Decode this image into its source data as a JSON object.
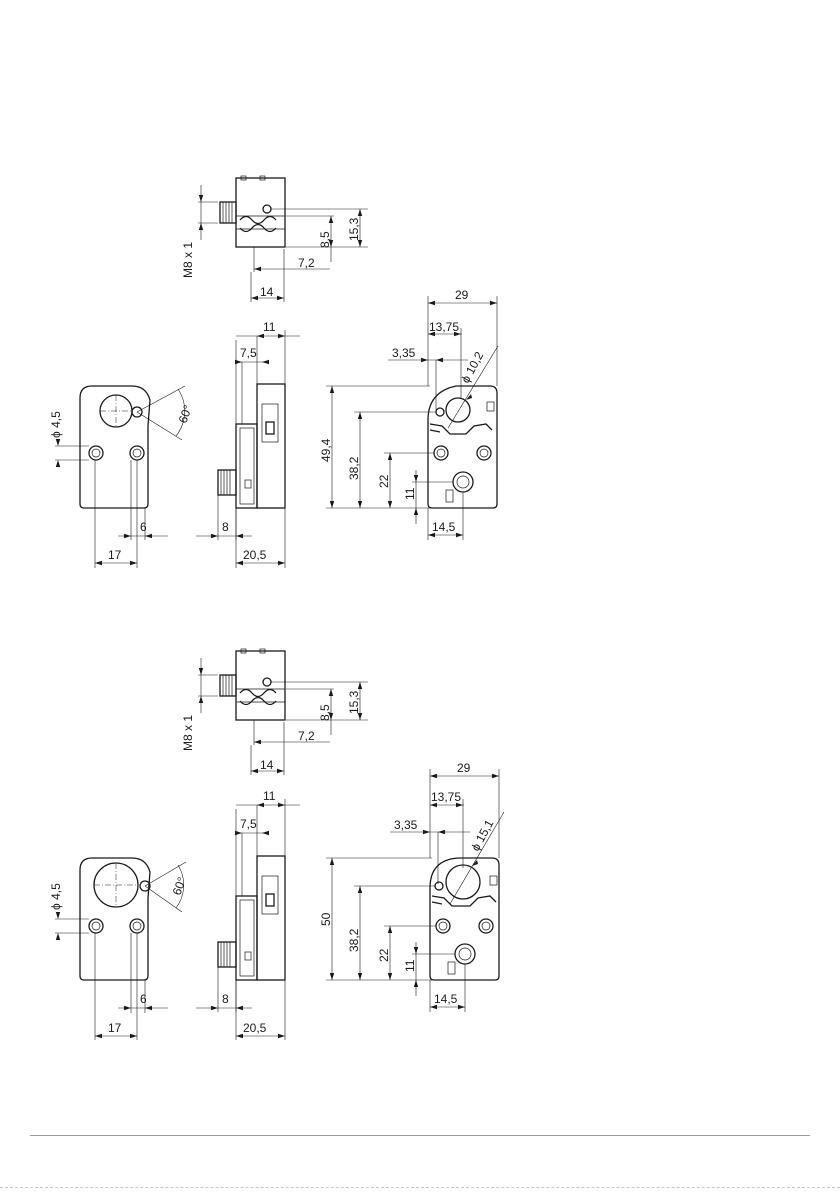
{
  "sets": [
    {
      "top_view": {
        "thread": "M8 x 1",
        "d_8_5": "8,5",
        "d_15_3": "15,3",
        "d_7_2": "7,2",
        "d_14": "14"
      },
      "front_view": {
        "hole_dia": "4,5",
        "angle": "60°",
        "d_6": "6",
        "d_17": "17"
      },
      "side_view": {
        "d_11": "11",
        "d_7_5": "7,5",
        "d_8": "8",
        "d_20_5": "20,5"
      },
      "rear_view": {
        "d_29": "29",
        "d_13_75": "13,75",
        "d_3_35": "3,35",
        "bore_dia": "10,2",
        "d_height": "49,4",
        "d_38_2": "38,2",
        "d_22": "22",
        "d_11": "11",
        "d_14_5": "14,5"
      }
    },
    {
      "top_view": {
        "thread": "M8 x 1",
        "d_8_5": "8,5",
        "d_15_3": "15,3",
        "d_7_2": "7,2",
        "d_14": "14"
      },
      "front_view": {
        "hole_dia": "4,5",
        "angle": "60°",
        "d_6": "6",
        "d_17": "17"
      },
      "side_view": {
        "d_11": "11",
        "d_7_5": "7,5",
        "d_8": "8",
        "d_20_5": "20,5"
      },
      "rear_view": {
        "d_29": "29",
        "d_13_75": "13,75",
        "d_3_35": "3,35",
        "bore_dia": "15,1",
        "d_height": "50",
        "d_38_2": "38,2",
        "d_22": "22",
        "d_11": "11",
        "d_14_5": "14,5"
      }
    }
  ],
  "symbols": {
    "diameter": "ϕ"
  }
}
